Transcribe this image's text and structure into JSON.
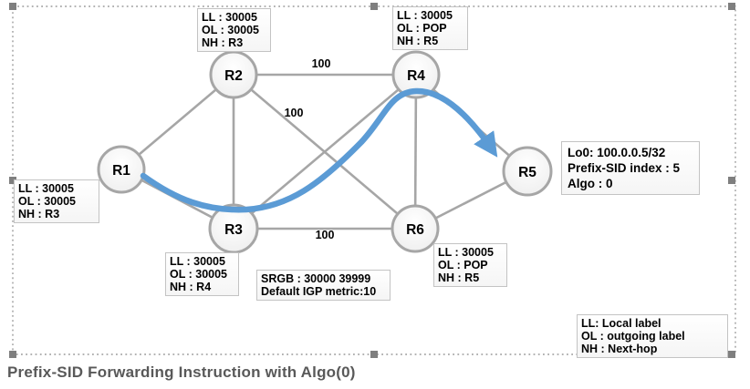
{
  "title": "Prefix-SID Forwarding Instruction with Algo(0)",
  "colors": {
    "accent_blue": "#5b9bd5",
    "line_gray": "#a6a6a6",
    "box_border_gray": "#c3c3c3",
    "caption_gray": "#595959",
    "handle_gray": "#7f7f7f"
  },
  "nodes": {
    "r1": "R1",
    "r2": "R2",
    "r3": "R3",
    "r4": "R4",
    "r5": "R5",
    "r6": "R6"
  },
  "metrics": {
    "r2_r4": "100",
    "r2_r6": "100",
    "r3_r6": "100"
  },
  "boxes": {
    "r2_fwd": [
      "LL : 30005",
      "OL : 30005",
      "NH : R3"
    ],
    "r4_fwd": [
      "LL : 30005",
      "OL : POP",
      "NH : R5"
    ],
    "r1_fwd": [
      "LL : 30005",
      "OL : 30005",
      "NH : R3"
    ],
    "r3_fwd": [
      "LL : 30005",
      "OL : 30005",
      "NH : R4"
    ],
    "r6_fwd": [
      "LL : 30005",
      "OL : POP",
      "NH : R5"
    ],
    "r5_info": [
      "Lo0: 100.0.0.5/32",
      "Prefix-SID index : 5",
      "Algo : 0"
    ],
    "srgb": [
      "SRGB : 30000 39999",
      "Default IGP metric:10"
    ],
    "legend": [
      "LL: Local label",
      "OL : outgoing label",
      "NH : Next-hop"
    ]
  }
}
